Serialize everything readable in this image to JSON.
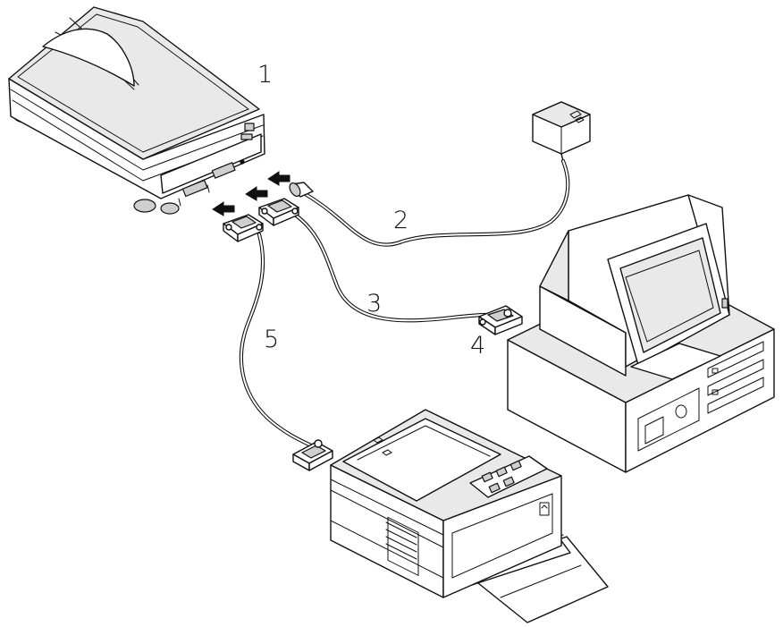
{
  "figure": {
    "description_labels": [
      {
        "id": "scanner",
        "text": "1"
      },
      {
        "id": "power-cable",
        "text": "2"
      },
      {
        "id": "parallel-cable-pc",
        "text": "3"
      },
      {
        "id": "pc-connector",
        "text": "4"
      },
      {
        "id": "parallel-cable-printer",
        "text": "5"
      }
    ]
  },
  "callouts": {
    "c1": "1",
    "c2": "2",
    "c3": "3",
    "c4": "4",
    "c5": "5"
  },
  "colors": {
    "line": "#111111",
    "background": "#ffffff",
    "shade": "#e9e9e9"
  },
  "icons": [
    "scanner-icon",
    "power-adapter-icon",
    "computer-icon",
    "printer-icon",
    "arrow-icon",
    "connector-icon"
  ]
}
